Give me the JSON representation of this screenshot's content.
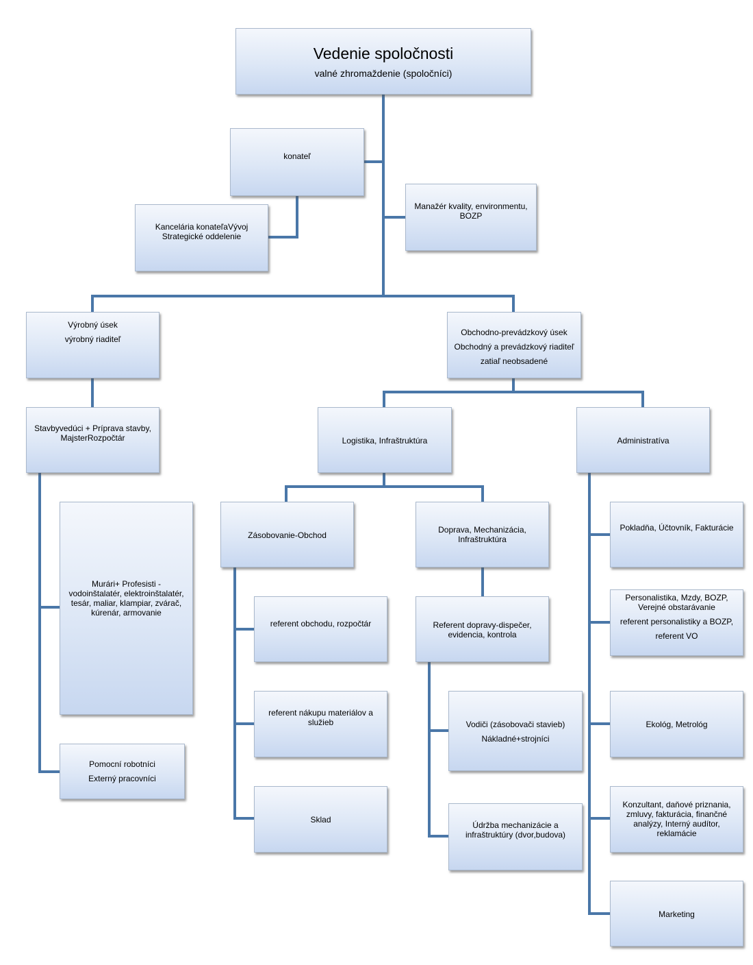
{
  "chart": {
    "root": {
      "title": "Vedenie spoločnosti",
      "subtitle": "valné zhromaždenie (spoločníci)"
    },
    "konatel": "konateľ",
    "kancelaria": [
      "Kancelária konateľaVývoj",
      "Strategické oddelenie"
    ],
    "manazer_kvality": [
      "Manažér kvality, environmentu,",
      "BOZP"
    ],
    "vyrobny_usek": [
      "Výrobný úsek",
      "výrobný riaditeľ"
    ],
    "obchodno_prevadzkovy_usek": [
      "Obchodno-prevádzkový úsek",
      "Obchodný a prevádzkový riaditeľ",
      "zatiaľ neobsadené"
    ],
    "stavbyveduci": [
      "Stavbyvedúci + Príprava stavby,",
      "MajsterRozpočtár"
    ],
    "logistika": "Logistika, Infraštruktúra",
    "administrativa": "Administratíva",
    "murari": [
      "Murári+ Profesisti -",
      "vodoinštalatér, elektroinštalatér,",
      "tesár, maliar, klampiar, zvárač,",
      "kúrenár, armovanie"
    ],
    "pomocni": [
      "Pomocní robotníci",
      "Externý pracovníci"
    ],
    "zasobovanie": "Zásobovanie-Obchod",
    "doprava": [
      "Doprava, Mechanizácia,",
      "Infraštruktúra"
    ],
    "referent_obchodu": "referent obchodu, rozpočtár",
    "referent_nakupu": [
      "referent nákupu materiálov a",
      "služieb"
    ],
    "sklad": "Sklad",
    "referent_dopravy": [
      "Referent dopravy-dispečer,",
      "evidencia, kontrola"
    ],
    "vodici": [
      "Vodiči (zásobovači stavieb)",
      "Nákladné+strojníci"
    ],
    "udrzba": [
      "Údržba mechanizácie a",
      "infraštruktúry (dvor,budova)"
    ],
    "pokladna": "Pokladňa, Účtovník, Fakturácie",
    "personalistika": [
      "Personalistika, Mzdy, BOZP,",
      "Verejné obstarávanie",
      "referent personalistiky a BOZP,",
      "referent VO"
    ],
    "ekolog": "Ekológ, Metrológ",
    "konzultant": [
      "Konzultant, daňové priznania,",
      "zmluvy, fakturácia, finančné",
      "analýzy,  Interný audítor,",
      "reklamácie"
    ],
    "marketing": "Marketing"
  },
  "colors": {
    "connector": "#4a77a8",
    "box_border": "#a9b8cc",
    "box_fill_top": "#f4f7fc",
    "box_fill_bottom": "#c7d7f0"
  }
}
